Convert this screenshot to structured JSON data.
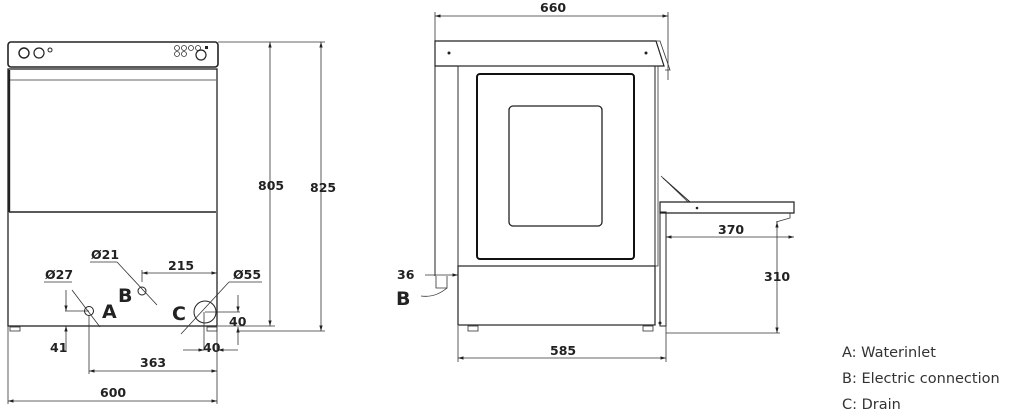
{
  "front_view": {
    "dimensions": {
      "height_body": "805",
      "height_total": "825",
      "width": "600",
      "a_offset": "363",
      "b_offset": "215",
      "a_height": "41",
      "c_height": "40",
      "c_side": "40",
      "a_diameter": "Ø27",
      "b_diameter": "Ø21",
      "c_diameter": "Ø55"
    },
    "labels": {
      "a": "A",
      "b": "B",
      "c": "C"
    }
  },
  "side_view": {
    "dimensions": {
      "depth_total": "660",
      "depth_body": "585",
      "table_length": "370",
      "table_height": "310",
      "b_offset": "36"
    },
    "labels": {
      "b": "B"
    }
  },
  "legend": {
    "items": [
      {
        "key": "A",
        "text": "A: Waterinlet"
      },
      {
        "key": "B",
        "text": "B: Electric connection"
      },
      {
        "key": "C",
        "text": "C: Drain"
      }
    ]
  },
  "colors": {
    "line": "#222222",
    "background": "#ffffff"
  }
}
